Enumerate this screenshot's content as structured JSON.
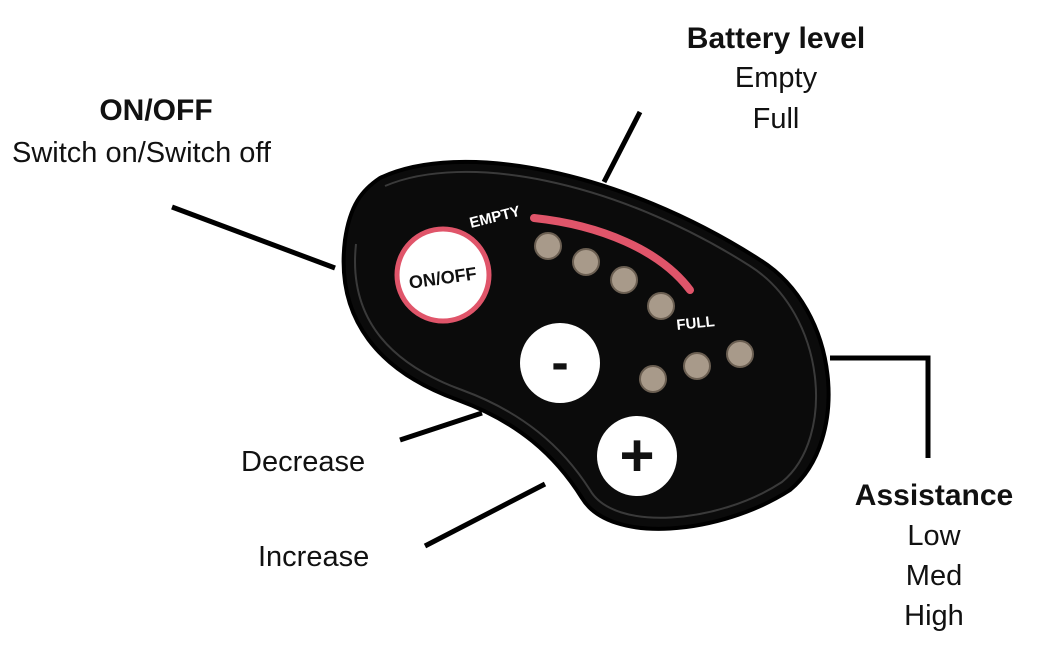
{
  "labels": {
    "onoff": {
      "title": "ON/OFF",
      "desc": "Switch on/Switch off"
    },
    "battery": {
      "title": "Battery level",
      "lines": [
        "Empty",
        "Full"
      ]
    },
    "decrease": "Decrease",
    "increase": "Increase",
    "assistance": {
      "title": "Assistance",
      "lines": [
        "Low",
        "Med",
        "High"
      ]
    }
  },
  "controller": {
    "power_button": "ON/OFF",
    "minus_button": "-",
    "plus_button": "+",
    "battery_scale": {
      "empty": "EMPTY",
      "full": "FULL"
    },
    "battery_leds": 4,
    "assistance_leds": 3
  },
  "colors": {
    "body": "#0b0b0b",
    "accent": "#e0556a",
    "led": "#a89a8a",
    "button": "#ffffff"
  }
}
